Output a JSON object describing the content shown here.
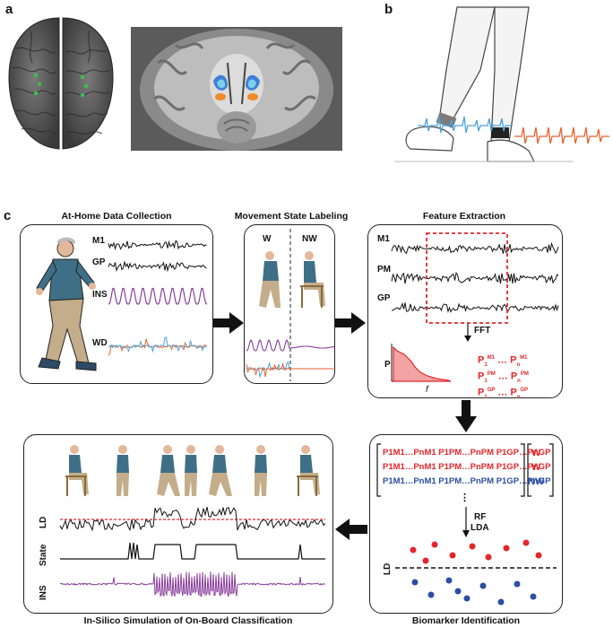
{
  "panels": {
    "a": "a",
    "b": "b",
    "c": "c"
  },
  "titles": {
    "at_home": "At-Home Data Collection",
    "labeling": "Movement State Labeling",
    "feature": "Feature Extraction",
    "biomarker": "Biomarker Identification",
    "insilico": "In-Silico Simulation of On-Board Classification"
  },
  "signals": {
    "m1": "M1",
    "gp": "GP",
    "ins": "INS",
    "wd": "WD",
    "pm": "PM"
  },
  "states": {
    "w": "W",
    "nw": "NW"
  },
  "fft": {
    "label": "FFT",
    "p": "P",
    "f": "f"
  },
  "features": {
    "row_m1": [
      "P",
      "1",
      "M1",
      "…",
      "P",
      "n",
      "M1"
    ],
    "row_pm": [
      "P",
      "1",
      "PM",
      "…",
      "P",
      "n",
      "PM"
    ],
    "row_gp": [
      "P",
      "1",
      "GP",
      "…",
      "P",
      "n",
      "GP"
    ]
  },
  "matrix": {
    "rows": [
      {
        "text": "P1M1…PnM1 P1PM…PnPM P1GP…PnGP",
        "label": "W",
        "class": "red"
      },
      {
        "text": "P1M1…PnM1 P1PM…PnPM P1GP…PnGP",
        "label": "W",
        "class": "red"
      },
      {
        "text": "P1M1…PnM1 P1PM…PnPM P1GP…PnGP",
        "label": "NW",
        "class": "blue"
      }
    ],
    "dots": "⋮"
  },
  "classifiers": {
    "rf": "RF",
    "lda": "LDA",
    "ld": "LD"
  },
  "sim_labels": {
    "ld": "LD",
    "state": "State",
    "ins": "INS"
  },
  "colors": {
    "red": "#e4262b",
    "blue": "#2c4ea2",
    "purple": "#8a3d9b",
    "orange": "#e8622a",
    "lightblue": "#4aa3dc"
  }
}
